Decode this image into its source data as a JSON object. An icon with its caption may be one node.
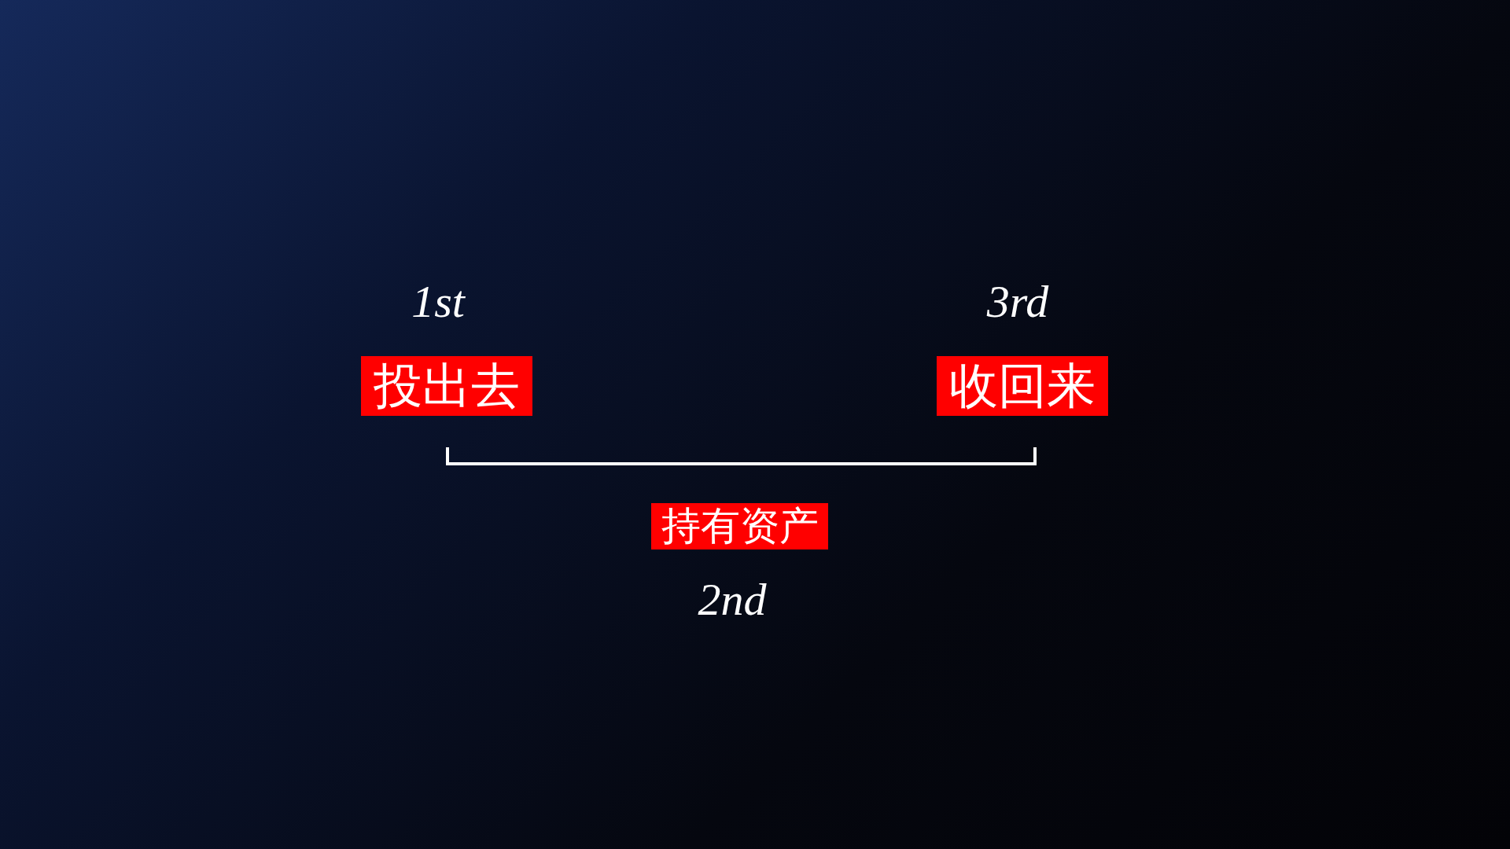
{
  "diagram": {
    "nodes": [
      {
        "text": [
          "投出去"
        ],
        "beside": [
          "1st"
        ]
      },
      {
        "text": [
          "收回来"
        ],
        "beside": [
          "3rd"
        ]
      },
      {
        "text": [
          "持有资产"
        ],
        "beside": [
          "2nd"
        ]
      }
    ]
  }
}
